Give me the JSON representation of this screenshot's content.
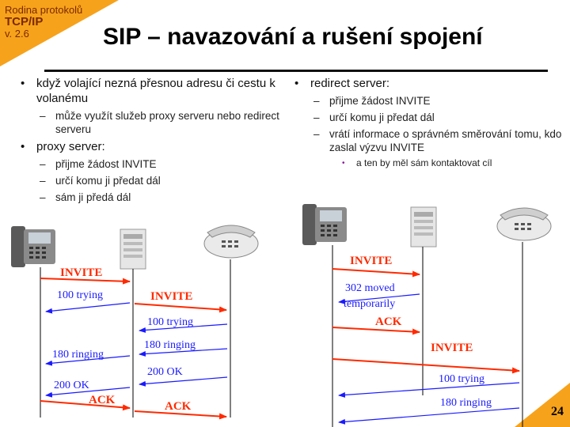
{
  "header": {
    "course_line1": "Rodina protokolů",
    "course_line2": "TCP/IP",
    "course_line3": "v. 2.6",
    "title": "SIP – navazování a rušení spojení",
    "accent": "#f7a21b"
  },
  "left": {
    "bullet1": "když volající nezná přesnou adresu či cestu k volanému",
    "bullet1_sub1": "může využít služeb proxy serveru nebo redirect serveru",
    "bullet2": "proxy server:",
    "bullet2_sub1": "přijme žádost INVITE",
    "bullet2_sub2": "určí komu ji předat dál",
    "bullet2_sub3": "sám ji předá dál"
  },
  "right": {
    "bullet1": "redirect server:",
    "sub1": "přijme žádost INVITE",
    "sub2": "určí komu ji předat dál",
    "sub3": "vrátí informace o správném směrování tomu, kdo zaslal výzvu INVITE",
    "subsub1": "a ten by měl sám kontaktovat cíl"
  },
  "diagram_left": {
    "m1": "INVITE",
    "m2": "100 trying",
    "m3": "INVITE",
    "m4": "100 trying",
    "m5": "180 ringing",
    "m6": "180 ringing",
    "m7": "200 OK",
    "m8": "200 OK",
    "m9": "ACK",
    "m10": "ACK"
  },
  "diagram_right": {
    "m1": "INVITE",
    "m2a": "302 moved",
    "m2b": "temporarily",
    "m3": "ACK",
    "m4": "INVITE",
    "m5": "100 trying",
    "m6": "180 ringing"
  },
  "colors": {
    "request": "#ff2a00",
    "response": "#1a1aff"
  },
  "page_number": "24"
}
